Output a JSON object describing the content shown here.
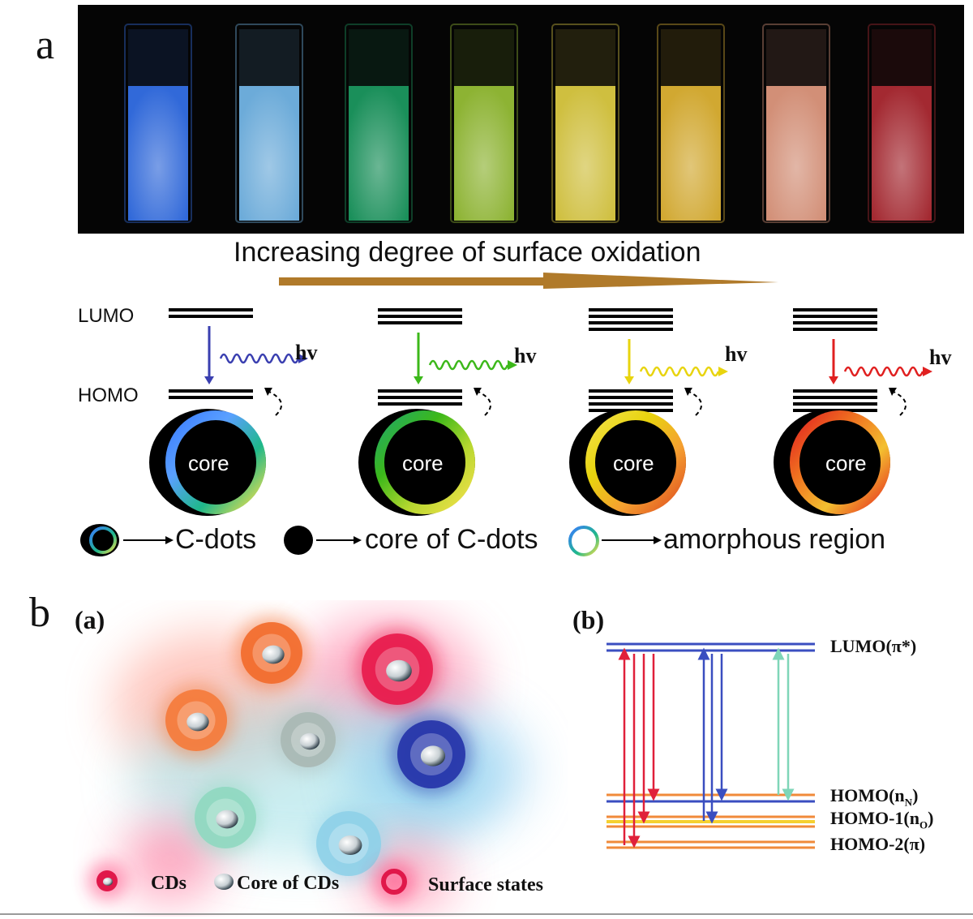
{
  "panel_a": {
    "letter": "a",
    "caption": "Increasing degree of surface oxidation",
    "lumo_label": "LUMO",
    "homo_label": "HOMO",
    "hv_label": "hv",
    "core_label": "core",
    "legend": {
      "cdots": "C-dots",
      "core": "core of C-dots",
      "amorphous": "amorphous region"
    },
    "vial_colors": [
      "#3a7bff",
      "#7fc9ff",
      "#1fa86a",
      "#a6d23c",
      "#f3e04a",
      "#f6c53a",
      "#f7a88c",
      "#c0303a"
    ],
    "emission_colors": [
      "#3a3fb0",
      "#3cb81a",
      "#e8d40e",
      "#e02020"
    ]
  },
  "panel_b": {
    "letter": "b",
    "sub_a": "(a)",
    "sub_b": "(b)",
    "legend": {
      "cds": "CDs",
      "core": "Core of CDs",
      "surface": "Surface states"
    },
    "levels": {
      "lumo": "LUMO(π*)",
      "homo_main": "HOMO(n",
      "homo_sub": "N",
      "homo1_main": "HOMO-1(n",
      "homo1_sub": "O",
      "homo2": "HOMO-2(π)"
    }
  }
}
